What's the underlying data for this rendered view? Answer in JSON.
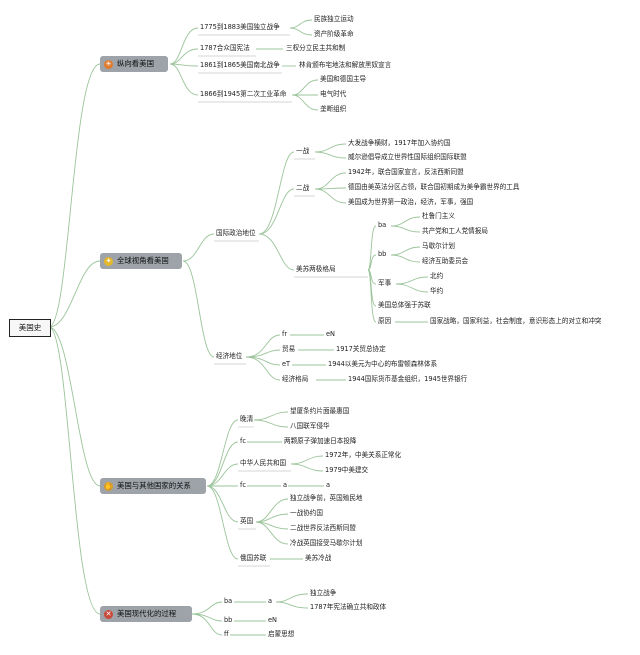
{
  "root": "美国史",
  "branches": [
    {
      "label": "纵向看美国",
      "icon": "sun-icon",
      "icon_color": "#e07a2c",
      "children": [
        {
          "label": "1775到1883美国独立战争",
          "children": [
            "民族独立运动",
            "资产阶级革命"
          ]
        },
        {
          "label": "1787合众国宪法",
          "children": [
            "三权分立民主共和制"
          ]
        },
        {
          "label": "1861到1865美国南北战争",
          "children": [
            "林肯颁布宅地法和解放黑奴宣言"
          ]
        },
        {
          "label": "1866到1945第二次工业革命",
          "children": [
            "美国和德国主导",
            "电气时代",
            "垄断组织"
          ]
        }
      ]
    },
    {
      "label": "全球视角看美国",
      "icon": "lightbulb-icon",
      "icon_color": "#e3b82a",
      "children": [
        {
          "label": "国际政治地位",
          "children": [
            {
              "label": "一战",
              "children": [
                "大发战争横财，1917年加入协约国",
                "威尔逊倡导成立世界性国际组织国际联盟"
              ]
            },
            {
              "label": "二战",
              "children": [
                "1942年，联合国家宣言，反法西斯同盟",
                "德国由美英法分区占领，联合国初期成为美争霸世界的工具",
                "美国成为世界第一政治，经济，军事，强国"
              ]
            },
            {
              "label": "美苏两极格局",
              "children": [
                {
                  "label": "ba",
                  "children": [
                    "杜鲁门主义",
                    "共产党和工人党情报局"
                  ]
                },
                {
                  "label": "bb",
                  "children": [
                    "马歇尔计划",
                    "经济互助委员会"
                  ]
                },
                {
                  "label": "军事",
                  "children": [
                    "北约",
                    "华约"
                  ]
                },
                {
                  "label": "美国总体强于苏联",
                  "children": []
                },
                {
                  "label": "原因",
                  "children": [
                    "国家战略，国家利益，社会制度，意识形态上的对立和冲突"
                  ]
                }
              ]
            }
          ]
        },
        {
          "label": "经济地位",
          "children": [
            {
              "label": "fr",
              "children": [
                "eN"
              ]
            },
            {
              "label": "贸易",
              "children": [
                "1917关贸总协定"
              ]
            },
            {
              "label": "eT",
              "children": [
                "1944以美元为中心的布雷顿森林体系"
              ]
            },
            {
              "label": "经济格局",
              "children": [
                "1944国际货币基金组织，1945世界银行"
              ]
            }
          ]
        }
      ]
    },
    {
      "label": "美国与其他国家的关系",
      "icon": "handshake-icon",
      "icon_color": "#d89a2a",
      "children": [
        {
          "label": "晚清",
          "children": [
            "望厦条约片面最惠国",
            "八国联军侵华"
          ]
        },
        {
          "label": "fc",
          "children": [
            "两颗原子弹加速日本投降"
          ]
        },
        {
          "label": "中华人民共和国",
          "children": [
            "1972年，中美关系正常化",
            "1979中美建交"
          ]
        },
        {
          "label": "fc",
          "children": [
            {
              "label": "a",
              "children": [
                "a"
              ]
            }
          ]
        },
        {
          "label": "英国",
          "children": [
            "独立战争前，英国殖民地",
            "一战协约国",
            "二战世界反法西斯同盟",
            "冷战英国接受马歇尔计划"
          ]
        },
        {
          "label": "俄国苏联",
          "children": [
            "美苏冷战"
          ]
        }
      ]
    },
    {
      "label": "美国现代化的过程",
      "icon": "tools-icon",
      "icon_color": "#c94a3a",
      "children": [
        {
          "label": "ba",
          "children": [
            {
              "label": "a",
              "children": [
                "独立战争",
                "1787年宪法确立共和政体"
              ]
            }
          ]
        },
        {
          "label": "bb",
          "children": [
            "eN"
          ]
        },
        {
          "label": "ff",
          "children": [
            "启蒙思想"
          ]
        }
      ]
    }
  ]
}
